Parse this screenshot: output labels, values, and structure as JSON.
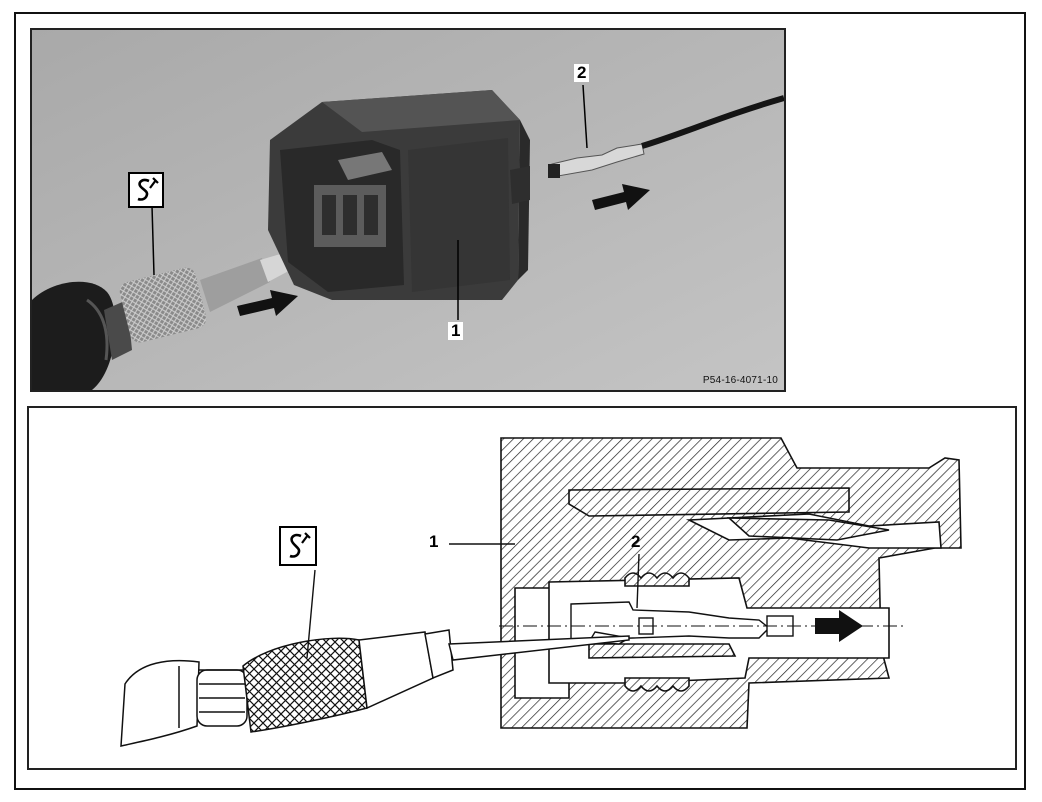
{
  "photo": {
    "figure_ref": "P54-16-4071-10",
    "callouts": {
      "housing": "1",
      "contact": "2"
    }
  },
  "drawing": {
    "callouts": {
      "housing": "1",
      "contact": "2"
    }
  },
  "icons": {
    "tool_symbol": "special-tool-icon"
  },
  "colors": {
    "photo_background": "#b4b4b4",
    "housing": "#3d3d3d",
    "arrow": "#111111",
    "hatch": "#222222"
  }
}
